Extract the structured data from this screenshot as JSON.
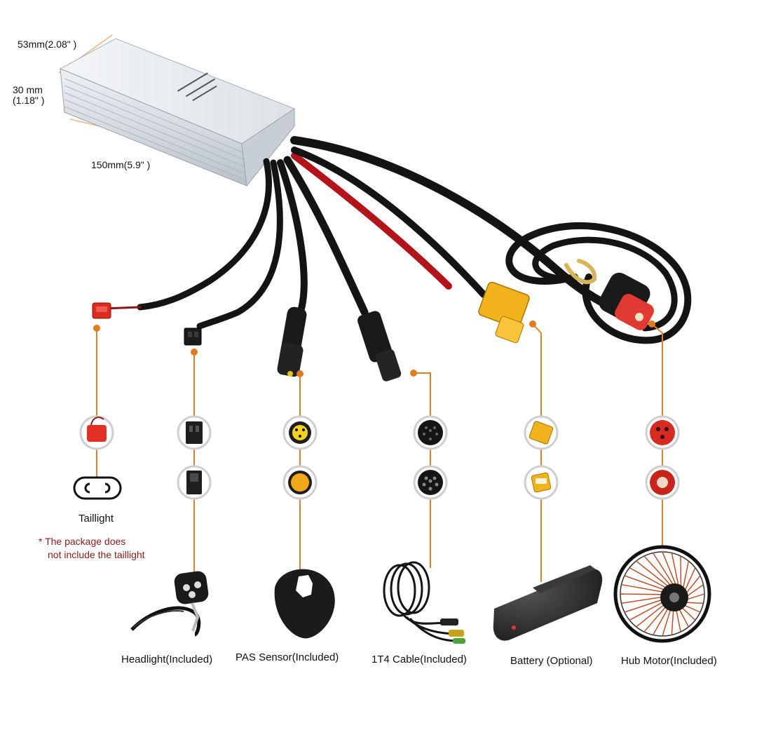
{
  "dimensions": {
    "width": "53mm(2.08\" )",
    "height_mm": "30 mm",
    "height_in": "(1.18\" )",
    "length": "150mm(5.9\" )"
  },
  "components": [
    {
      "id": "taillight",
      "label": "Taillight",
      "connector": "2-pin red plug",
      "device": "taillight"
    },
    {
      "id": "headlight",
      "label": "Headlight(Included)",
      "connector": "2-pin black plug",
      "device": "headlight"
    },
    {
      "id": "pas",
      "label": "PAS Sensor(Included)",
      "connector": "3-pin yellow round",
      "device": "pas-disc"
    },
    {
      "id": "cable",
      "label": "1T4 Cable(Included)",
      "connector": "6-pin black round",
      "device": "cable-coil"
    },
    {
      "id": "battery",
      "label": "Battery (Optional)",
      "connector": "XT60 yellow",
      "device": "battery"
    },
    {
      "id": "motor",
      "label": "Hub Motor(Included)",
      "connector": "3-pin red round",
      "device": "hub-wheel"
    }
  ],
  "note": {
    "line1": "* The package does",
    "line2": "not include the taillight"
  },
  "colors": {
    "accent": "#d9822b",
    "note": "#8b1a1a",
    "wire": "#141414",
    "wire_red": "#b3141a",
    "controller": "#d8dde2"
  }
}
